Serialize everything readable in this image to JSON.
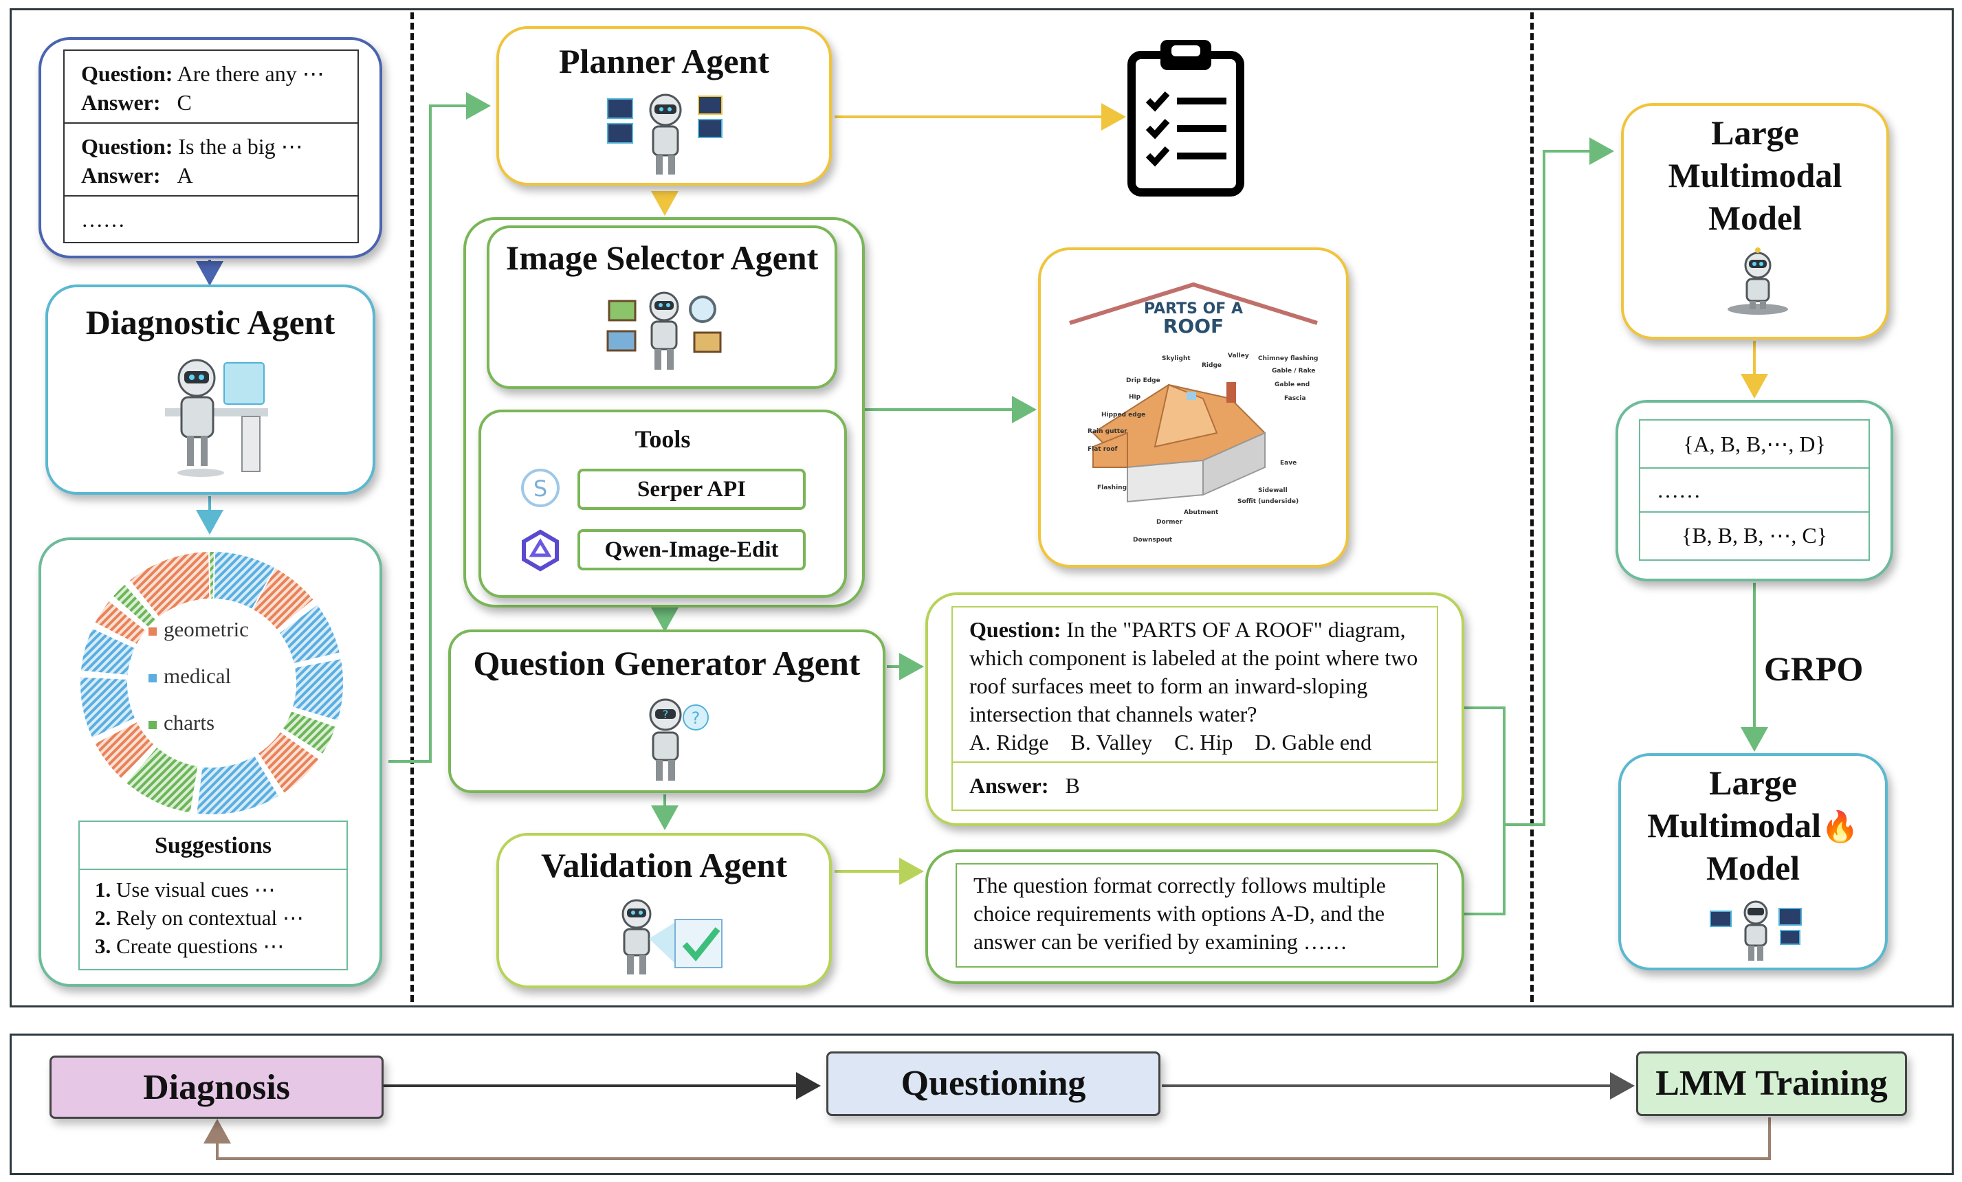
{
  "history": {
    "rows": [
      {
        "q_label": "Question:",
        "q_text": "Are there any ⋯",
        "a_label": "Answer:",
        "a_text": "C"
      },
      {
        "q_label": "Question:",
        "q_text": "Is the a big ⋯",
        "a_label": "Answer:",
        "a_text": "A"
      }
    ],
    "more": "……"
  },
  "diagnostic_agent": {
    "title": "Diagnostic Agent"
  },
  "diagnosis_chart": {
    "legend": [
      {
        "label": "geometric",
        "color": "#e8825a"
      },
      {
        "label": "medical",
        "color": "#5aaee0"
      },
      {
        "label": "charts",
        "color": "#6db55a"
      }
    ],
    "suggestions_title": "Suggestions",
    "suggestions": [
      {
        "num": "1.",
        "text": "Use visual cues ⋯"
      },
      {
        "num": "2.",
        "text": "Rely on contextual ⋯"
      },
      {
        "num": "3.",
        "text": "Create questions ⋯"
      }
    ]
  },
  "planner_agent": {
    "title": "Planner Agent"
  },
  "image_selector_agent": {
    "title": "Image Selector Agent"
  },
  "tools": {
    "title": "Tools",
    "items": [
      "Serper API",
      "Qwen-Image-Edit"
    ]
  },
  "roof_image": {
    "title_line1": "PARTS OF A",
    "title_line2": "ROOF",
    "labels": [
      "Skylight",
      "Ridge",
      "Valley",
      "Chimney flashing",
      "Gable / Rake",
      "Gable end",
      "Fascia",
      "Drip Edge",
      "Hip",
      "Hipped edge",
      "Rain gutter",
      "Flat roof",
      "Flashing",
      "Downspout",
      "Dormer",
      "Abutment",
      "Soffit (underside)",
      "Sidewall",
      "Eave"
    ]
  },
  "question_generator_agent": {
    "title": "Question Generator Agent"
  },
  "generated_question": {
    "q_label": "Question:",
    "q_text": "In the \"PARTS OF A ROOF\" diagram, which component is labeled at the point where two roof surfaces meet to form an inward-sloping intersection that channels water?",
    "options": "A. Ridge    B. Valley    C. Hip    D. Gable end",
    "a_label": "Answer:",
    "a_text": "B"
  },
  "validation_agent": {
    "title": "Validation Agent"
  },
  "validation_text": "The question format correctly follows multiple choice requirements with options A-D, and the answer can be verified by examining ……",
  "lmm_top": {
    "line1": "Large",
    "line2": "Multimodal",
    "line3": "Model"
  },
  "rollouts": {
    "rows": [
      "{A, B, B,⋯,  D}",
      "……",
      "{B, B, B, ⋯, C}"
    ]
  },
  "grpo_label": "GRPO",
  "lmm_bottom": {
    "line1": "Large",
    "line2": "Multimodal",
    "line2_emoji": "🔥",
    "line3": "Model"
  },
  "pipeline": {
    "stages": [
      {
        "label": "Diagnosis",
        "color": "#e6c8e6"
      },
      {
        "label": "Questioning",
        "color": "#dde6f4"
      },
      {
        "label": "LMM Training",
        "color": "#d5efd2"
      }
    ]
  },
  "colors": {
    "blue_border": "#4a64b0",
    "teal_border": "#5ab8d0",
    "green_border": "#7ab657",
    "lime_border": "#b7d35a",
    "yellow_border": "#f0c43c",
    "arrow_green": "#6dbb7a",
    "arrow_yellow": "#f0c43c"
  }
}
